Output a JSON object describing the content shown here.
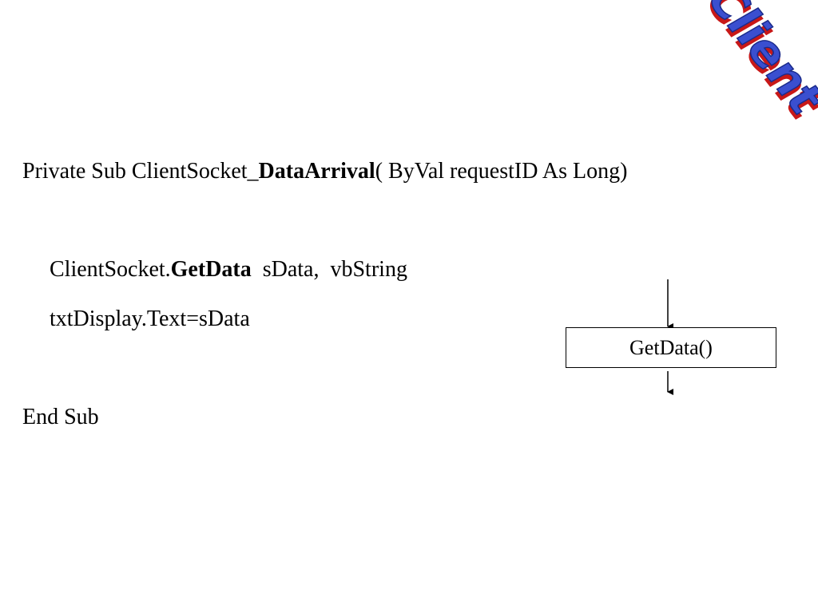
{
  "wordart": {
    "text": "Client",
    "fill_color": "#3a4fd0",
    "shadow_color": "#c81818"
  },
  "code": {
    "line1": {
      "prefix": "Private Sub ClientSocket_",
      "bold": "DataArrival",
      "suffix": "( ByVal requestID As Long)"
    },
    "line2": {
      "prefix": "ClientSocket.",
      "bold": "GetData",
      "suffix": "  sData,  vbString"
    },
    "line3": {
      "text": "txtDisplay.Text=sData"
    },
    "line4": {
      "text": "End Sub"
    }
  },
  "flow": {
    "box_label": "GetData()"
  }
}
